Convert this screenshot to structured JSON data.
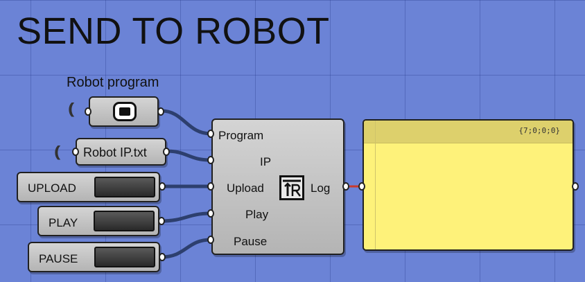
{
  "title": "SEND TO ROBOT",
  "program_param": {
    "label": "Robot program"
  },
  "ip_panel": {
    "text": "Robot IP.txt"
  },
  "toggles": [
    {
      "label": "UPLOAD"
    },
    {
      "label": "PLAY"
    },
    {
      "label": "PAUSE"
    }
  ],
  "component": {
    "inputs": [
      "Program",
      "IP",
      "Upload",
      "Play",
      "Pause"
    ],
    "output": "Log"
  },
  "log_panel": {
    "path": "{7;0;0;0}"
  },
  "colors": {
    "canvas": "#6b83d6",
    "panel": "#fef27a",
    "wire": "#2d3f6e",
    "active_wire": "#c83a2c"
  }
}
